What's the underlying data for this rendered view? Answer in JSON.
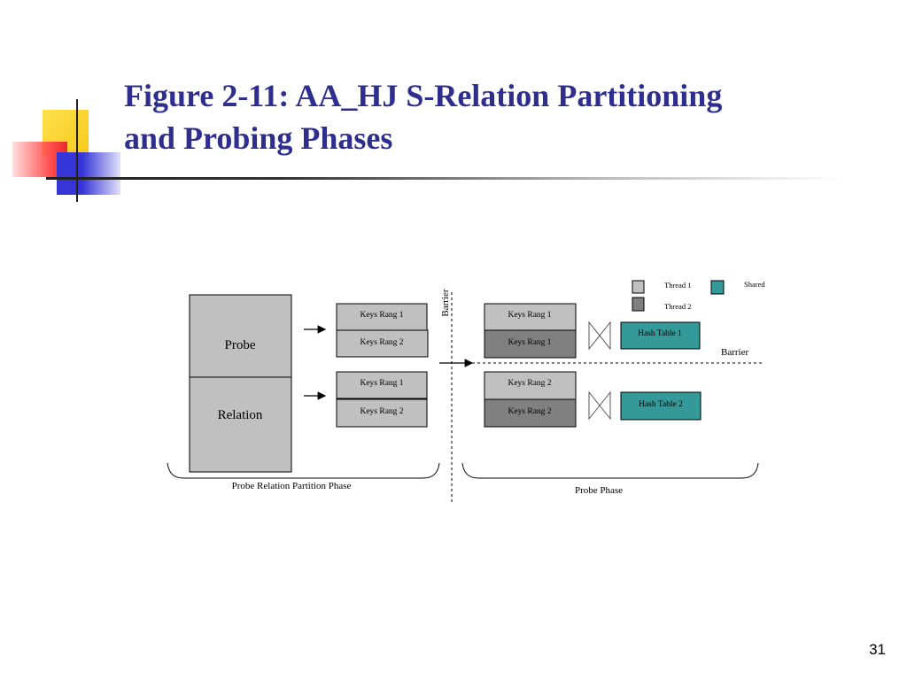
{
  "slide": {
    "title_line1": "Figure 2-11: AA_HJ S-Relation Partitioning",
    "title_line2": "and Probing Phases",
    "page_number": "31"
  },
  "diagram": {
    "probe_label": "Probe",
    "relation_label": "Relation",
    "partition_group1": [
      "Keys Rang 1",
      "Keys Rang 2"
    ],
    "partition_group2": [
      "Keys Rang 1",
      "Keys Rang 2"
    ],
    "barrier_vertical": "Barrier",
    "probe_pair1": [
      "Keys Rang 1",
      "Keys Rang 1"
    ],
    "probe_pair2": [
      "Keys Rang 2",
      "Keys Rang 2"
    ],
    "hash_table1": "Hash Table 1",
    "hash_table2": "Hash Table 2",
    "barrier_horizontal": "Barrier",
    "legend": {
      "thread1": "Thread 1",
      "thread2": "Thread 2",
      "shared": "Shared"
    },
    "phase_left": "Probe Relation Partition Phase",
    "phase_right": "Probe Phase",
    "colors": {
      "thread1": "#c0c0c0",
      "thread2": "#808080",
      "shared": "#339999"
    }
  }
}
